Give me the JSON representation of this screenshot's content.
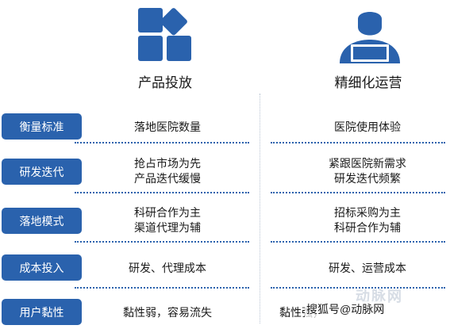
{
  "columns": [
    {
      "title": "产品投放",
      "icon": "blocks-icon"
    },
    {
      "title": "精细化运营",
      "icon": "user-laptop-icon"
    }
  ],
  "rows": [
    {
      "label": "衡量标准",
      "left": [
        "落地医院数量"
      ],
      "right": [
        "医院使用体验"
      ]
    },
    {
      "label": "研发迭代",
      "left": [
        "抢占市场为先",
        "产品迭代缓慢"
      ],
      "right": [
        "紧跟医院新需求",
        "研发迭代频繁"
      ]
    },
    {
      "label": "落地模式",
      "left": [
        "科研合作为主",
        "渠道代理为辅"
      ],
      "right": [
        "招标采购为主",
        "科研合作为辅"
      ]
    },
    {
      "label": "成本投入",
      "left": [
        "研发、代理成本"
      ],
      "right": [
        "研发、运营成本"
      ]
    },
    {
      "label": "用户黏性",
      "left": [
        "黏性弱，容易流失"
      ],
      "right": [
        "黏性强，"
      ]
    }
  ],
  "watermark": {
    "text": "搜狐号@动脉网",
    "faint": "动脉网"
  },
  "colors": {
    "accent": "#2a62ad",
    "divider": "#b9c4d3"
  }
}
